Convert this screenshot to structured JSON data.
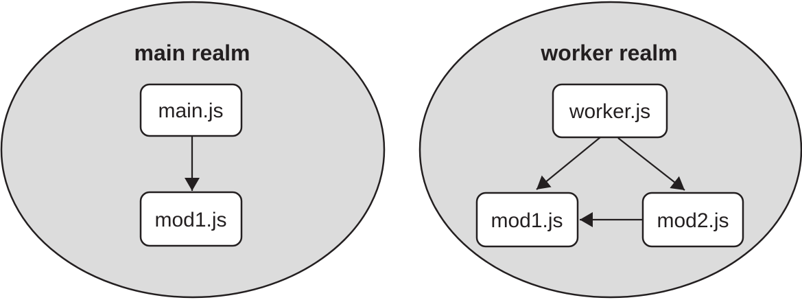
{
  "diagram": {
    "title": "module realms diagram",
    "colors": {
      "background": "#ffffff",
      "realm_fill": "#dcdcdc",
      "line": "#231f20",
      "node_fill": "#ffffff",
      "text": "#231f20"
    },
    "realms": [
      {
        "id": "main-realm",
        "label": "main realm",
        "nodes": [
          {
            "id": "main-js",
            "label": "main.js"
          },
          {
            "id": "mod1-js",
            "label": "mod1.js"
          }
        ],
        "edges": [
          {
            "from": "main.js",
            "to": "mod1.js"
          }
        ]
      },
      {
        "id": "worker-realm",
        "label": "worker realm",
        "nodes": [
          {
            "id": "worker-js",
            "label": "worker.js"
          },
          {
            "id": "mod1-js",
            "label": "mod1.js"
          },
          {
            "id": "mod2-js",
            "label": "mod2.js"
          }
        ],
        "edges": [
          {
            "from": "worker.js",
            "to": "mod1.js"
          },
          {
            "from": "worker.js",
            "to": "mod2.js"
          },
          {
            "from": "mod2.js",
            "to": "mod1.js"
          }
        ]
      }
    ]
  }
}
